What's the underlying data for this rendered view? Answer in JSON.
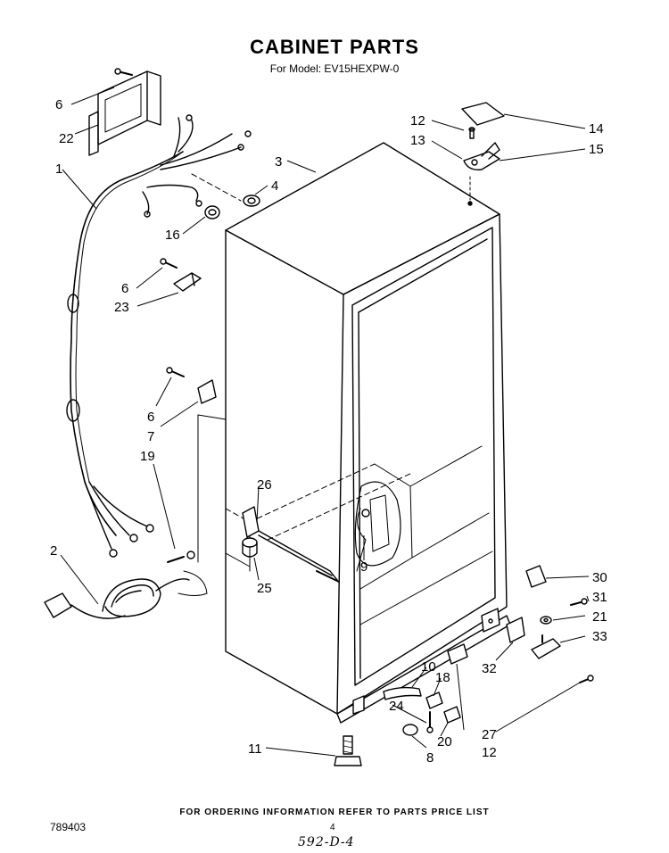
{
  "title": "CABINET PARTS",
  "subtitle": "For Model: EV15HEXPW-0",
  "footer_note": "FOR ORDERING INFORMATION REFER TO PARTS PRICE LIST",
  "document_number": "789403",
  "page_number": "4",
  "handwritten_code": "592-D-4",
  "callouts": {
    "c6a": "6",
    "c22": "22",
    "c1": "1",
    "c3": "3",
    "c4": "4",
    "c16": "16",
    "c6b": "6",
    "c23": "23",
    "c12a": "12",
    "c13": "13",
    "c14": "14",
    "c15": "15",
    "c6c": "6",
    "c7": "7",
    "c19": "19",
    "c26": "26",
    "c2": "2",
    "c25": "25",
    "c9": "9",
    "c30": "30",
    "c31": "31",
    "c21": "21",
    "c33": "33",
    "c32": "32",
    "c10": "10",
    "c18": "18",
    "c24": "24",
    "c20": "20",
    "c27": "27",
    "c12b": "12",
    "c11": "11",
    "c8": "8"
  }
}
